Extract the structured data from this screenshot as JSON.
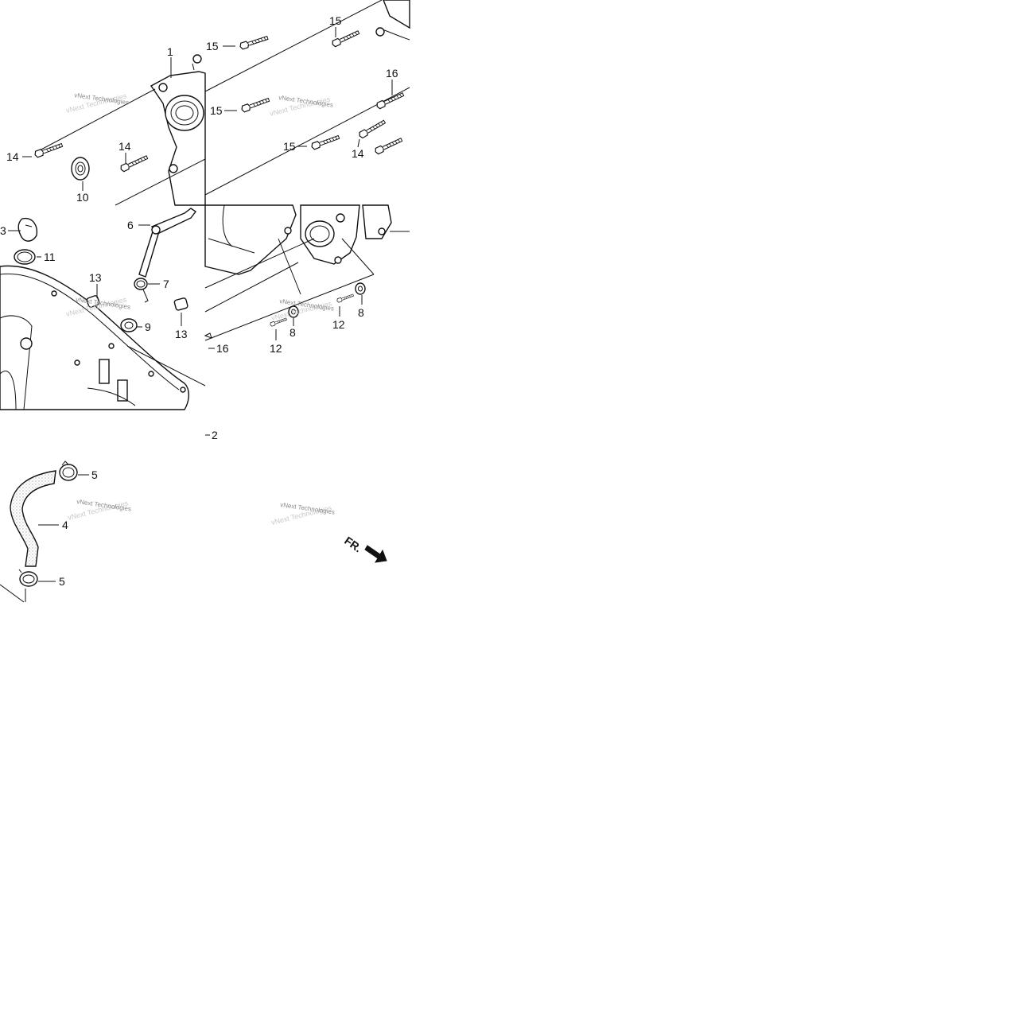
{
  "diagram": {
    "callouts": [
      "1",
      "2",
      "3",
      "4",
      "5",
      "5",
      "6",
      "7",
      "8",
      "8",
      "9",
      "10",
      "11",
      "12",
      "12",
      "13",
      "13",
      "14",
      "14",
      "14",
      "15",
      "15",
      "15",
      "15",
      "16",
      "16"
    ],
    "watermark": "vNext Technologies",
    "direction_label": "FR."
  }
}
